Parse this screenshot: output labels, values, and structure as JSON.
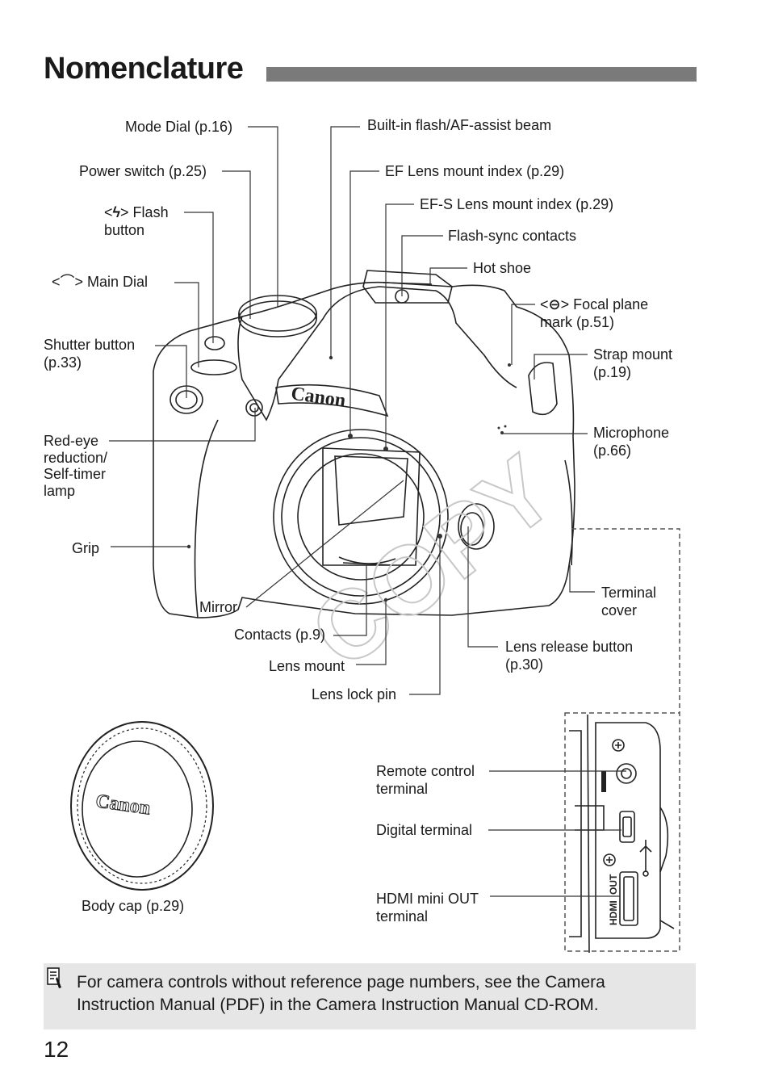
{
  "page": {
    "title": "Nomenclature",
    "page_number": "12"
  },
  "labels": {
    "mode_dial": "Mode Dial (p.16)",
    "power_switch": "Power switch (p.25)",
    "flash_button_line1": "> Flash",
    "flash_button_line2": "button",
    "main_dial": "> Main Dial",
    "shutter_button_line1": "Shutter button",
    "shutter_button_line2": "(p.33)",
    "red_eye_line1": "Red-eye",
    "red_eye_line2": "reduction/",
    "red_eye_line3": "Self-timer",
    "red_eye_line4": "lamp",
    "grip": "Grip",
    "mirror": "Mirror",
    "contacts": "Contacts (p.9)",
    "lens_mount": "Lens mount",
    "lens_lock_pin": "Lens lock pin",
    "builtin_flash": "Built-in flash/AF-assist beam",
    "ef_index": "EF Lens mount index (p.29)",
    "efs_index": "EF-S Lens mount index (p.29)",
    "flash_sync": "Flash-sync contacts",
    "hot_shoe": "Hot shoe",
    "focal_plane_line1": "> Focal plane",
    "focal_plane_line2": "mark (p.51)",
    "strap_mount_line1": "Strap mount",
    "strap_mount_line2": "(p.19)",
    "microphone_line1": "Microphone",
    "microphone_line2": "(p.66)",
    "terminal_cover_line1": "Terminal",
    "terminal_cover_line2": "cover",
    "lens_release_line1": "Lens release button",
    "lens_release_line2": "(p.30)",
    "body_cap": "Body cap (p.29)",
    "remote_line1": "Remote control",
    "remote_line2": "terminal",
    "digital_terminal": "Digital terminal",
    "hdmi_line1": "HDMI mini OUT",
    "hdmi_line2": "terminal"
  },
  "illustration": {
    "brand": "Canon",
    "body_cap_brand": "Canon",
    "hdmi_port_text": "HDMI",
    "out_text": "OUT",
    "watermark": "COPY"
  },
  "note": {
    "icon": "memo-icon",
    "text": "For camera controls without reference page numbers, see the Camera Instruction Manual (PDF) in the Camera Instruction Manual CD-ROM."
  }
}
